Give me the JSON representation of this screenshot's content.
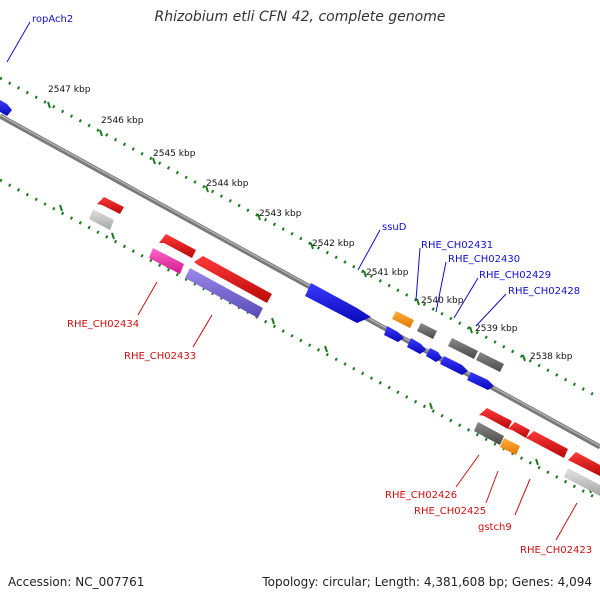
{
  "title": "Rhizobium etli CFN 42, complete genome",
  "footer": {
    "accession": "Accession: NC_007761",
    "topology": "Topology: circular; Length: 4,381,608 bp; Genes: 4,094"
  },
  "ticks": [
    "2547 kbp",
    "2546 kbp",
    "2545 kbp",
    "2544 kbp",
    "2543 kbp",
    "2542 kbp",
    "2541 kbp",
    "2540 kbp",
    "2539 kbp",
    "2538 kbp"
  ],
  "gene_labels": {
    "ropAch2": "ropAch2",
    "ssuD": "ssuD",
    "RHE_CH02431": "RHE_CH02431",
    "RHE_CH02430": "RHE_CH02430",
    "RHE_CH02429": "RHE_CH02429",
    "RHE_CH02428": "RHE_CH02428",
    "RHE_CH02434": "RHE_CH02434",
    "RHE_CH02433": "RHE_CH02433",
    "RHE_CH02426": "RHE_CH02426",
    "RHE_CH02425": "RHE_CH02425",
    "gstch9": "gstch9",
    "RHE_CH02423": "RHE_CH02423"
  },
  "colors": {
    "backbone": "#7a7a7a",
    "tick_dots": "#1e7a1e",
    "blue": "#1010ee",
    "red": "#ee1010",
    "gray": "#6a6a6a",
    "light_gray": "#c0c0c0",
    "orange": "#ff9410",
    "pink": "#ff3aa8",
    "purple": "#7a6ad8",
    "blue_label": "#1010cc",
    "red_label": "#cc1010"
  }
}
